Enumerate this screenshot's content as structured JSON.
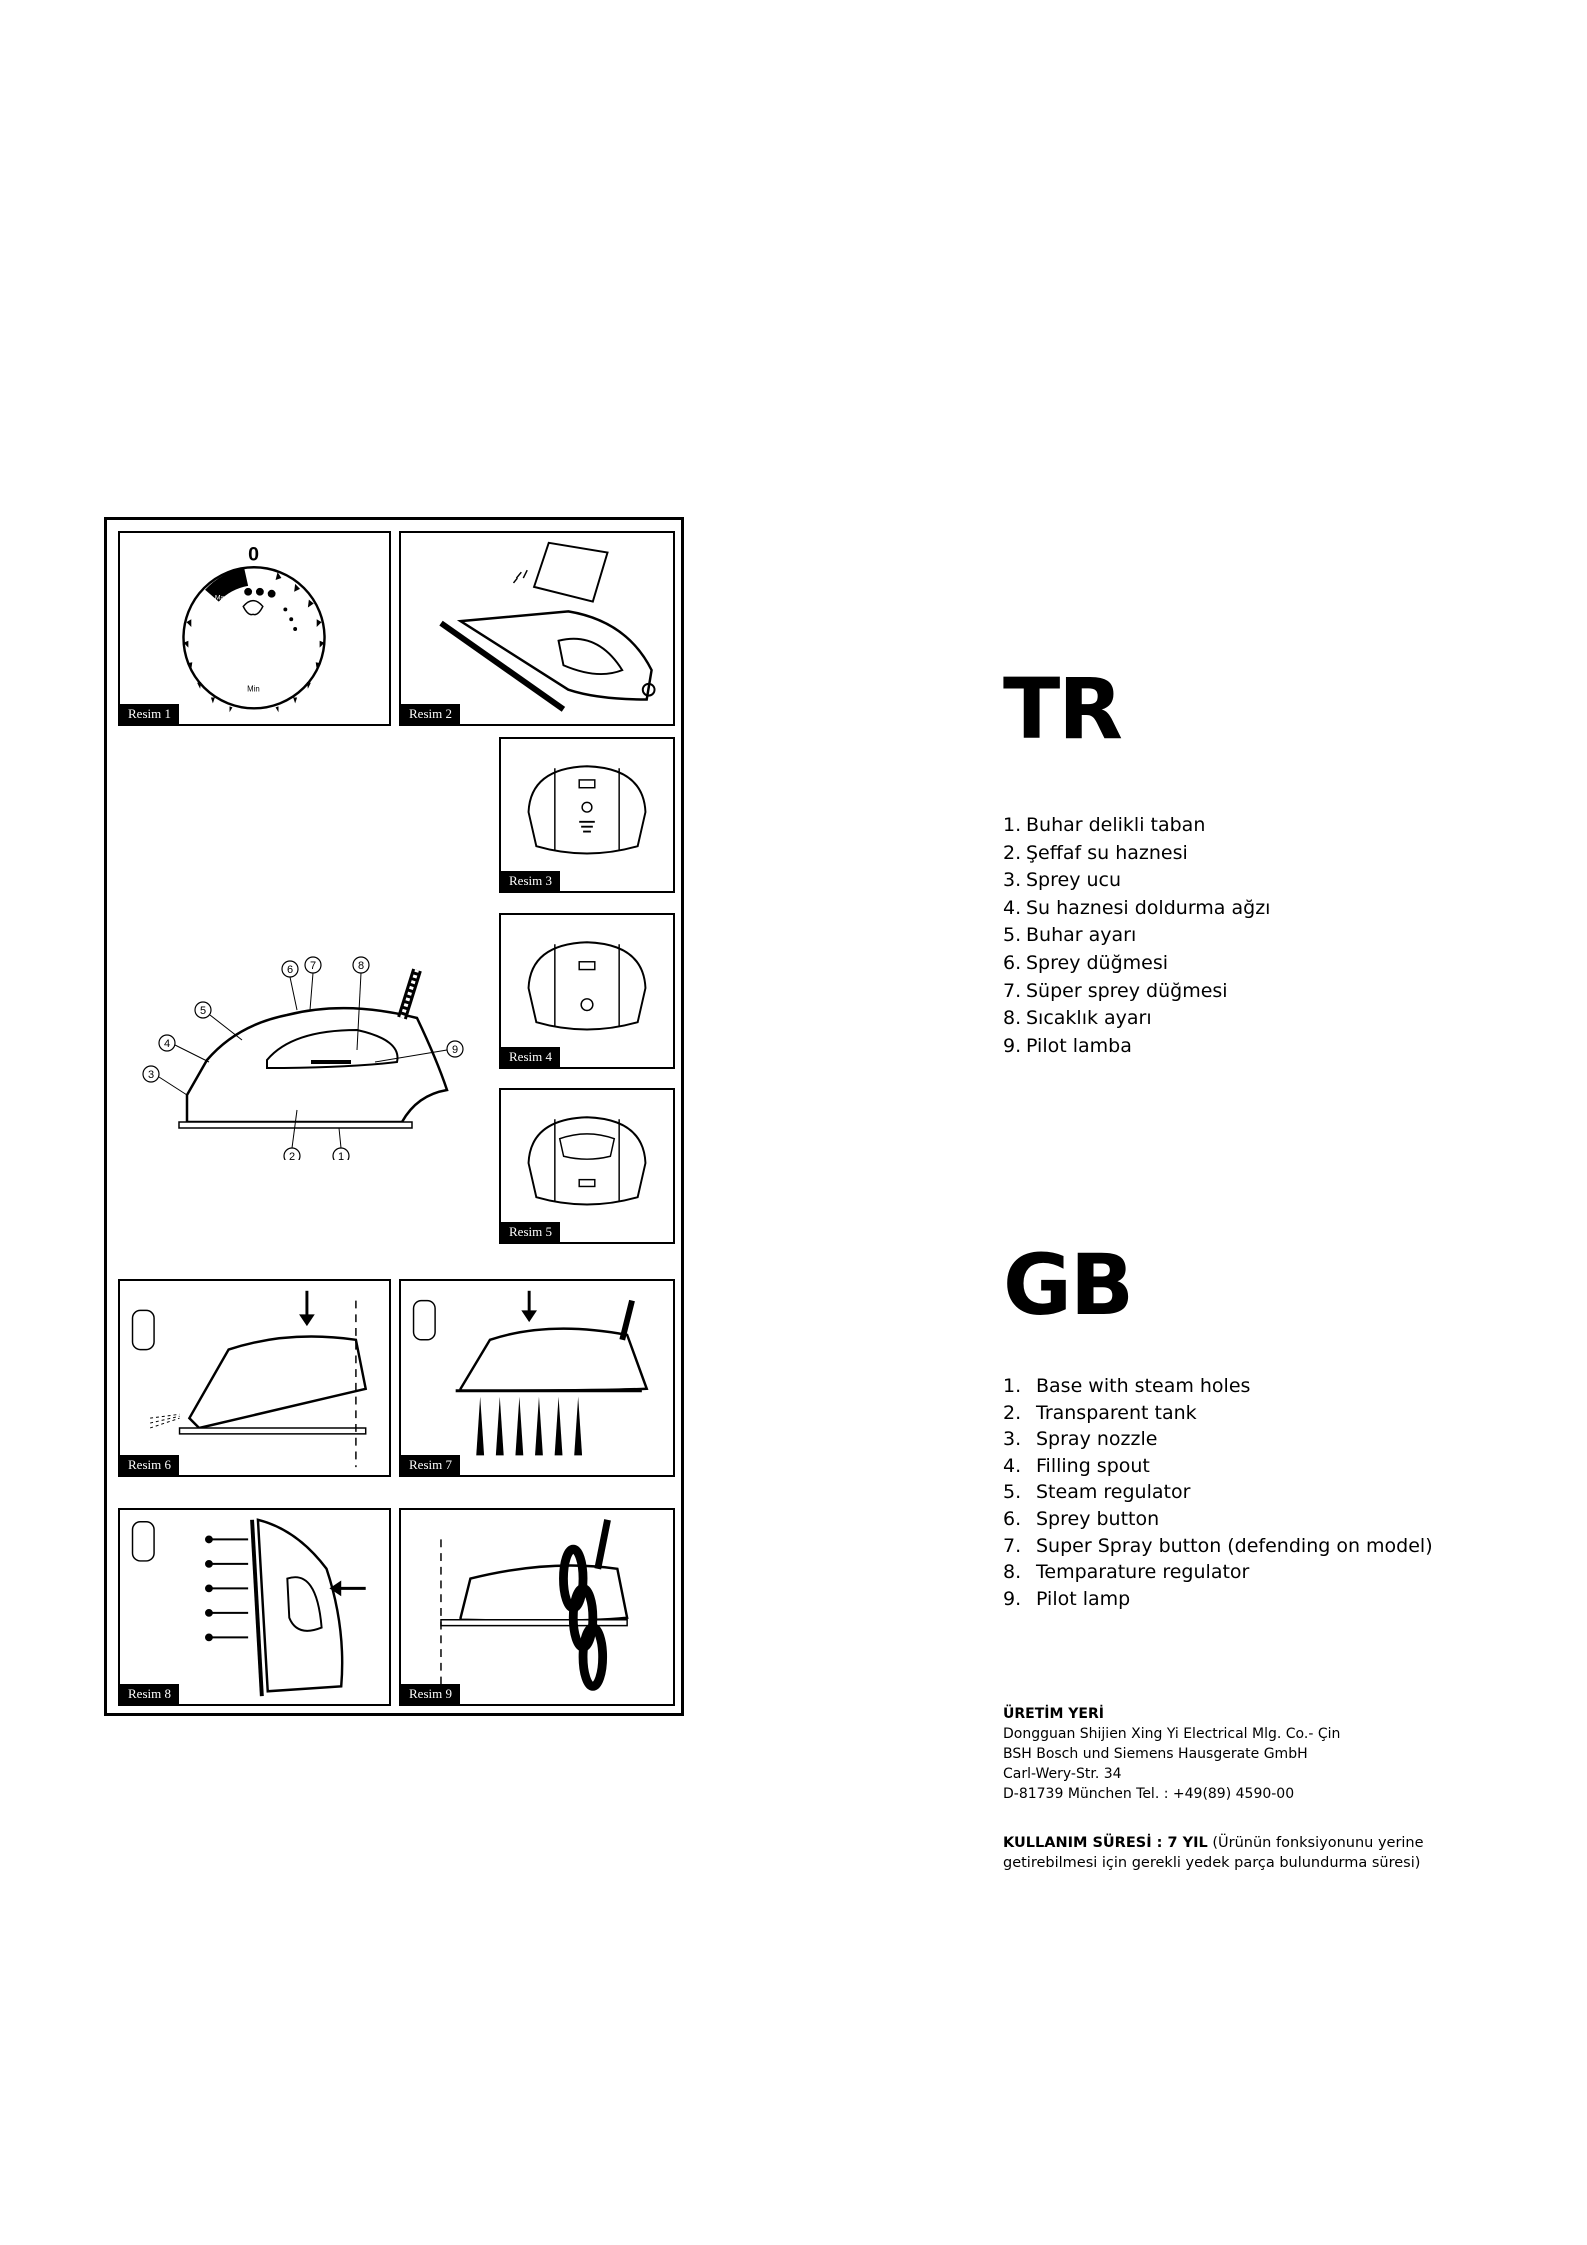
{
  "figures": {
    "captions": [
      "Resim 1",
      "Resim 2",
      "Resim 3",
      "Resim 4",
      "Resim 5",
      "Resim 6",
      "Resim 7",
      "Resim 8",
      "Resim 9"
    ],
    "dial": {
      "top_label": "0",
      "bottom_label": "Min",
      "max_label": "Max"
    },
    "callouts": [
      "1",
      "2",
      "3",
      "4",
      "5",
      "6",
      "7",
      "8",
      "9"
    ]
  },
  "tr": {
    "heading": "TR",
    "items": [
      {
        "num": "1.",
        "text": "Buhar delikli taban"
      },
      {
        "num": "2.",
        "text": "Şeffaf su haznesi"
      },
      {
        "num": "3.",
        "text": "Sprey ucu"
      },
      {
        "num": "4.",
        "text": "Su haznesi doldurma ağzı"
      },
      {
        "num": "5.",
        "text": "Buhar ayarı"
      },
      {
        "num": "6.",
        "text": "Sprey düğmesi"
      },
      {
        "num": "7.",
        "text": "Süper sprey düğmesi"
      },
      {
        "num": "8.",
        "text": "Sıcaklık ayarı"
      },
      {
        "num": "9.",
        "text": "Pilot lamba"
      }
    ]
  },
  "gb": {
    "heading": "GB",
    "items": [
      {
        "num": "1.",
        "text": "Base with steam holes"
      },
      {
        "num": "2.",
        "text": "Transparent tank"
      },
      {
        "num": "3.",
        "text": "Spray nozzle"
      },
      {
        "num": "4.",
        "text": "Filling spout"
      },
      {
        "num": "5.",
        "text": "Steam regulator"
      },
      {
        "num": "6.",
        "text": "Sprey button"
      },
      {
        "num": "7.",
        "text": "Super Spray button (defending on model)"
      },
      {
        "num": "8.",
        "text": "Temparature regulator"
      },
      {
        "num": "9.",
        "text": "Pilot lamp"
      }
    ]
  },
  "manufacturer": {
    "heading": "ÜRETİM YERİ",
    "lines": [
      "Dongguan Shijien Xing Yi Electrical Mlg. Co.- Çin",
      "BSH Bosch und Siemens Hausgerate GmbH",
      "Carl-Wery-Str. 34",
      "D-81739 München Tel. : +49(89) 4590-00"
    ]
  },
  "usage": {
    "label": "KULLANIM SÜRESİ : 7 YIL",
    "note": "(Ürünün fonksiyonunu yerine getirebilmesi için gerekli yedek parça bulundurma süresi)"
  }
}
